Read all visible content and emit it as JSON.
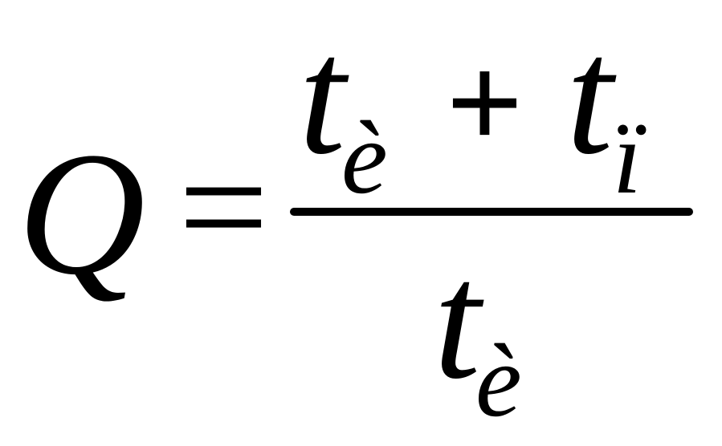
{
  "formula": {
    "lhs": "Q",
    "equals": "=",
    "numerator": {
      "term1": {
        "base": "t",
        "subscript": "è"
      },
      "operator": "+",
      "term2": {
        "base": "t",
        "subscript": "ï"
      }
    },
    "denominator": {
      "base": "t",
      "subscript": "è"
    }
  },
  "colors": {
    "ink": "#000000",
    "background": "#ffffff"
  }
}
